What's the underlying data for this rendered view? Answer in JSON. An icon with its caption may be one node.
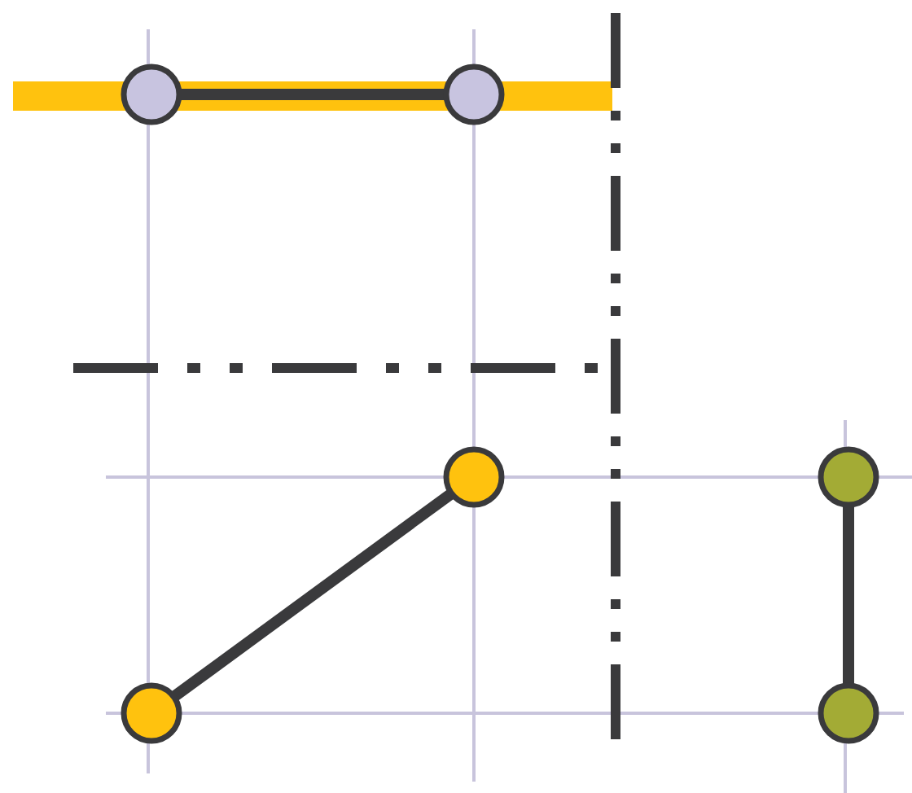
{
  "diagram": {
    "nodes": [
      {
        "text": [],
        "shape": "circle"
      },
      {
        "text": [],
        "shape": "circle"
      },
      {
        "text": [],
        "shape": "circle"
      },
      {
        "text": [],
        "shape": "circle"
      },
      {
        "text": [],
        "shape": "circle"
      },
      {
        "text": [],
        "shape": "circle"
      }
    ],
    "edges": [
      {
        "from": 0,
        "to": 1,
        "arrow": "none"
      },
      {
        "from": 4,
        "to": 2,
        "arrow": "none"
      },
      {
        "from": 3,
        "to": 5,
        "arrow": "none"
      }
    ]
  }
}
